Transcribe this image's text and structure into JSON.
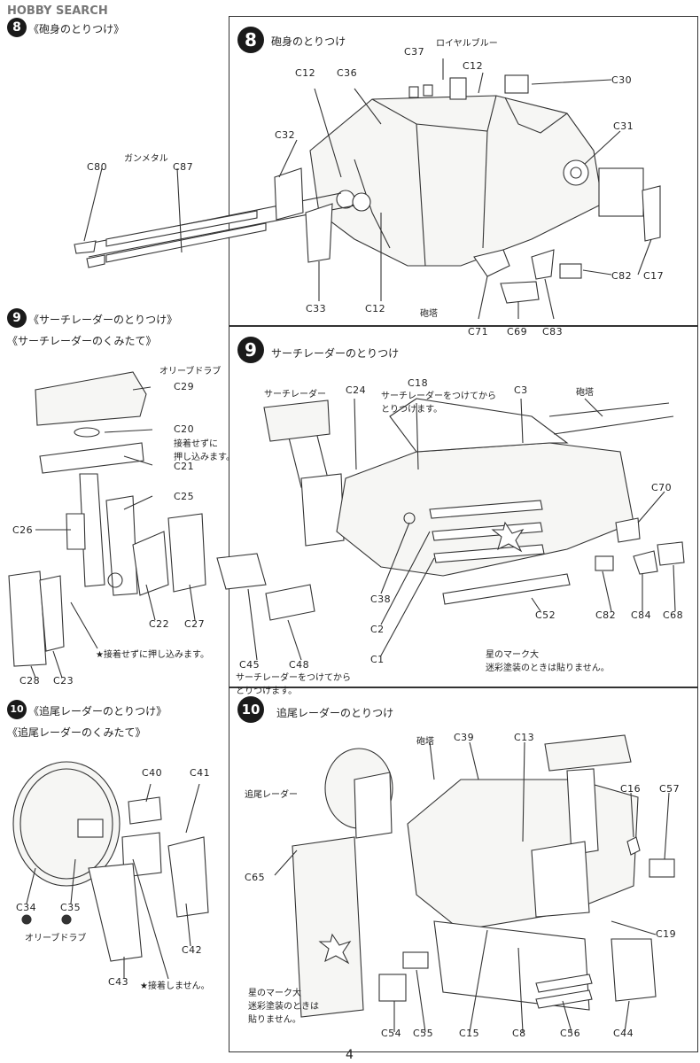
{
  "watermark": {
    "logo_text": "HOBBY SEARCH"
  },
  "page_number": "4",
  "step8": {
    "badge": "8",
    "title_small": "《砲身のとりつけ》",
    "title_main": "砲身のとりつけ",
    "note_royal_blue": "ロイヤルブルー",
    "note_gunmetal": "ガンメタル",
    "note_turret": "砲塔",
    "parts": [
      "C37",
      "C12",
      "C36",
      "C30",
      "C12",
      "C31",
      "C32",
      "C80",
      "C87",
      "C17",
      "C82",
      "C33",
      "C12",
      "C71",
      "C69",
      "C83"
    ]
  },
  "step9": {
    "badge": "9",
    "title_small": "《サーチレーダーのとりつけ》",
    "title_sub": "《サーチレーダーのくみたて》",
    "title_main": "サーチレーダーのとりつけ",
    "note_olive": "オリーブドラブ",
    "note_push": "接着せずに\n押し込みます。",
    "note_star_push": "★接着せずに押し込みます。",
    "note_radar": "サーチレーダー",
    "note_c18": "サーチレーダーをつけてから\nとりつけます。",
    "note_turret": "砲塔",
    "note_star_mark": "星のマーク大\n迷彩塗装のときは貼りません。",
    "note_c45": "サーチレーダーをつけてから\nとりつけます。",
    "parts_left": [
      "C29",
      "C20",
      "C21",
      "C25",
      "C26",
      "C22",
      "C27",
      "C28",
      "C23"
    ],
    "parts_right": [
      "C24",
      "C18",
      "C3",
      "C70",
      "C38",
      "C2",
      "C1",
      "C52",
      "C82",
      "C84",
      "C68",
      "C45",
      "C48"
    ]
  },
  "step10": {
    "badge": "10",
    "title_small": "《追尾レーダーのとりつけ》",
    "title_sub": "《追尾レーダーのくみたて》",
    "title_main": "追尾レーダーのとりつけ",
    "note_olive": "オリーブドラブ",
    "note_no_glue": "★接着しません。",
    "note_tracking": "追尾レーダー",
    "note_turret": "砲塔",
    "note_star_mark": "星のマーク大\n迷彩塗装のときは\n貼りません。",
    "parts_left": [
      "C40",
      "C41",
      "C34",
      "C35",
      "C42",
      "C43"
    ],
    "parts_right": [
      "C39",
      "C13",
      "C16",
      "C57",
      "C65",
      "C19",
      "C54",
      "C55",
      "C15",
      "C8",
      "C56",
      "C44"
    ]
  }
}
